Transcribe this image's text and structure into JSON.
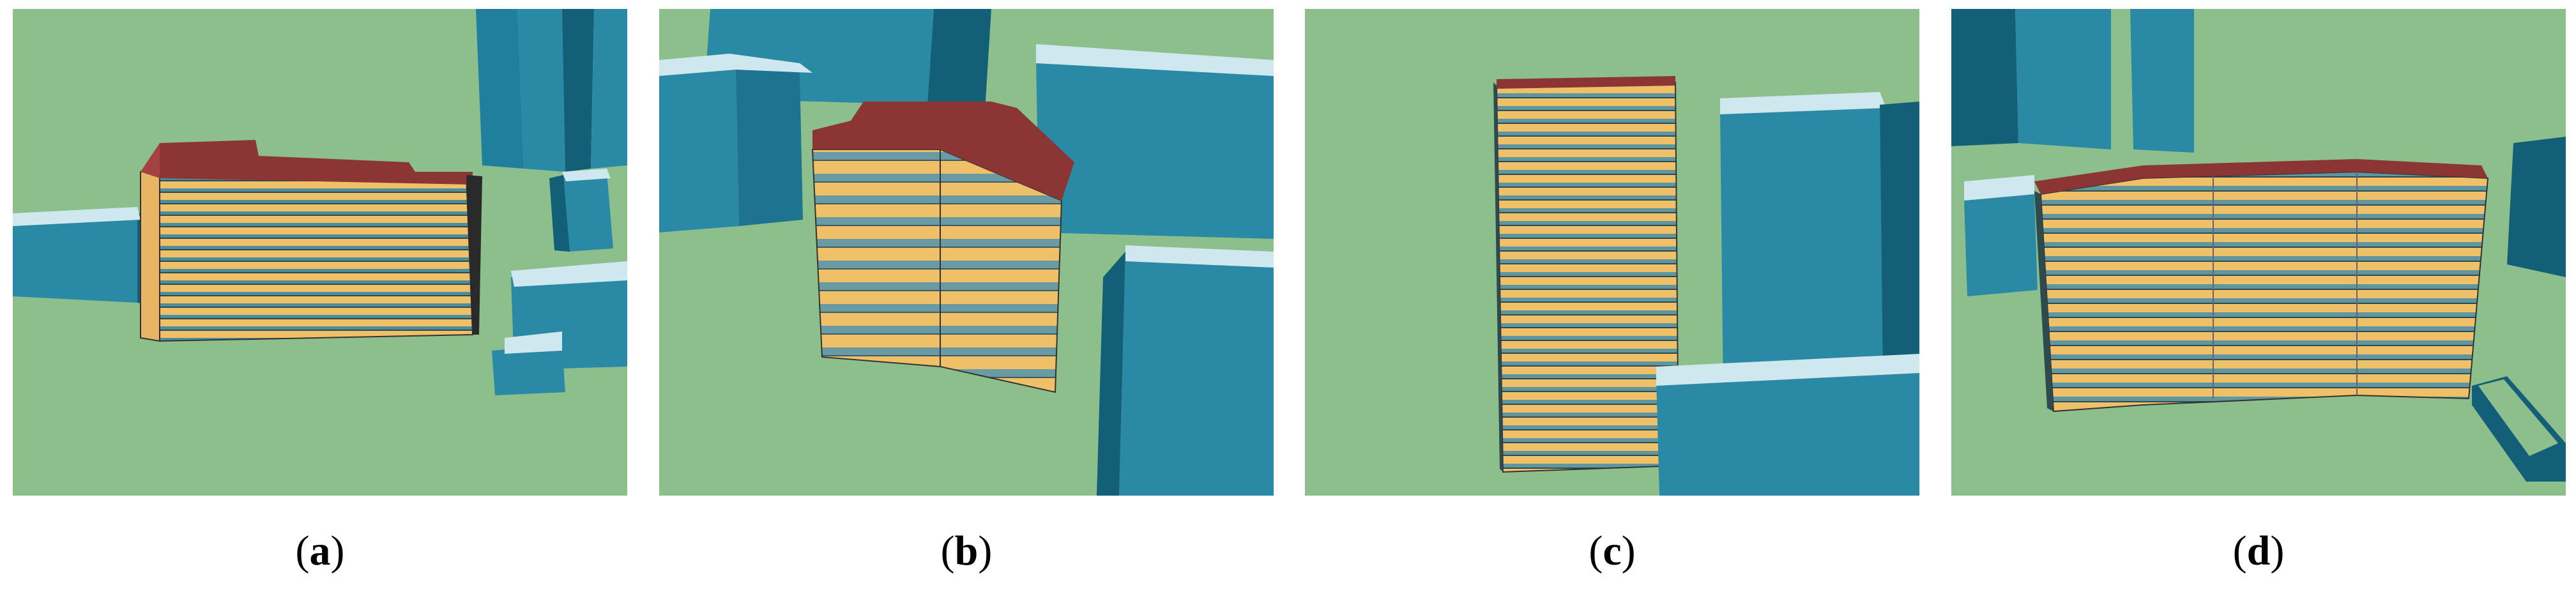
{
  "colors": {
    "ground": "#8dbf8c",
    "building_face": "#2a8aa6",
    "building_shadow": "#145f78",
    "building_top": "#cfe7ef",
    "highlight_wall": "#f0c068",
    "highlight_stripe": "#4f8d9a",
    "highlight_roof": "#8b3535"
  },
  "panels": [
    {
      "letter": "a",
      "icon": "building-scene-a"
    },
    {
      "letter": "b",
      "icon": "building-scene-b"
    },
    {
      "letter": "c",
      "icon": "building-scene-c"
    },
    {
      "letter": "d",
      "icon": "building-scene-d"
    }
  ]
}
